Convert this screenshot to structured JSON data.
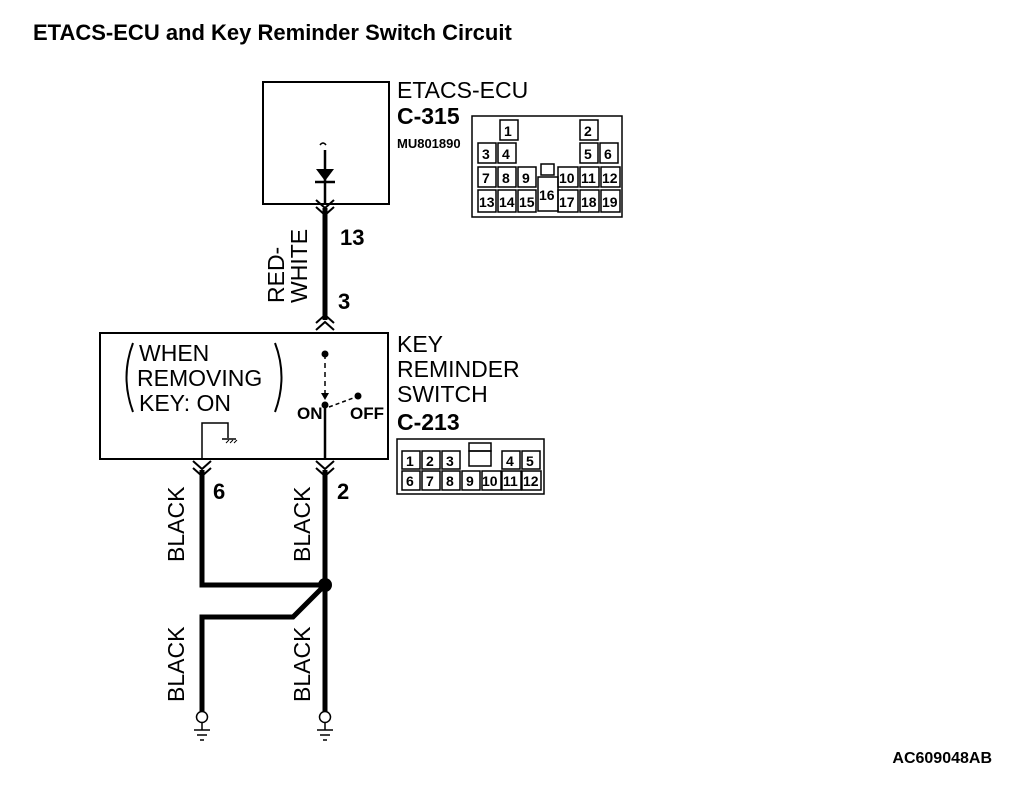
{
  "title": "ETACS-ECU and Key Reminder Switch Circuit",
  "etacs": {
    "name": "ETACS-ECU",
    "connector": "C-315",
    "part_number": "MU801890",
    "cavities": [
      "1",
      "2",
      "3",
      "4",
      "5",
      "6",
      "7",
      "8",
      "9",
      "10",
      "11",
      "12",
      "13",
      "14",
      "15",
      "16",
      "17",
      "18",
      "19"
    ]
  },
  "switch": {
    "name_line1": "KEY",
    "name_line2": "REMINDER",
    "name_line3": "SWITCH",
    "connector": "C-213",
    "condition_line1": "WHEN",
    "condition_line2": "REMOVING",
    "condition_line3": "KEY: ON",
    "on_label": "ON",
    "off_label": "OFF",
    "cavities": [
      "1",
      "2",
      "3",
      "4",
      "5",
      "6",
      "7",
      "8",
      "9",
      "10",
      "11",
      "12"
    ]
  },
  "wires": {
    "ecu_to_switch_color_line1": "RED-",
    "ecu_to_switch_color_line2": "WHITE",
    "ecu_pin": "13",
    "switch_top_pin": "3",
    "switch_left_pin": "6",
    "switch_right_pin": "2",
    "left_lower_color": "BLACK",
    "right_lower_color": "BLACK",
    "ground_left_color": "BLACK",
    "ground_right_color": "BLACK"
  },
  "reference_code": "AC609048AB"
}
